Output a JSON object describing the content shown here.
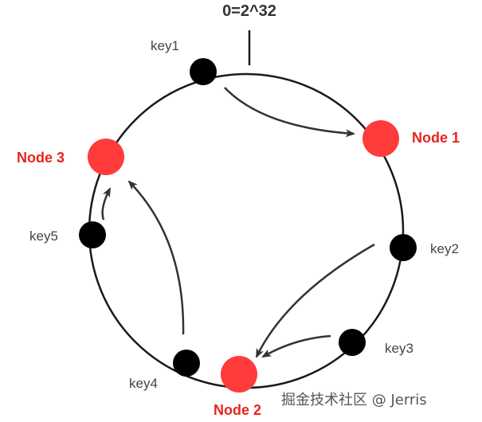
{
  "diagram": {
    "top_label": "0=2^32",
    "keys": {
      "key1": "key1",
      "key2": "key2",
      "key3": "key3",
      "key4": "key4",
      "key5": "key5"
    },
    "nodes": {
      "node1": "Node 1",
      "node2": "Node 2",
      "node3": "Node 3"
    },
    "watermark": "掘金技术社区 @ Jerris",
    "colors": {
      "ring": "#1a1a1a",
      "key_point": "#000000",
      "node_point": "#ff3b3b",
      "node_label": "#e8241e",
      "arrow": "#333333"
    }
  }
}
